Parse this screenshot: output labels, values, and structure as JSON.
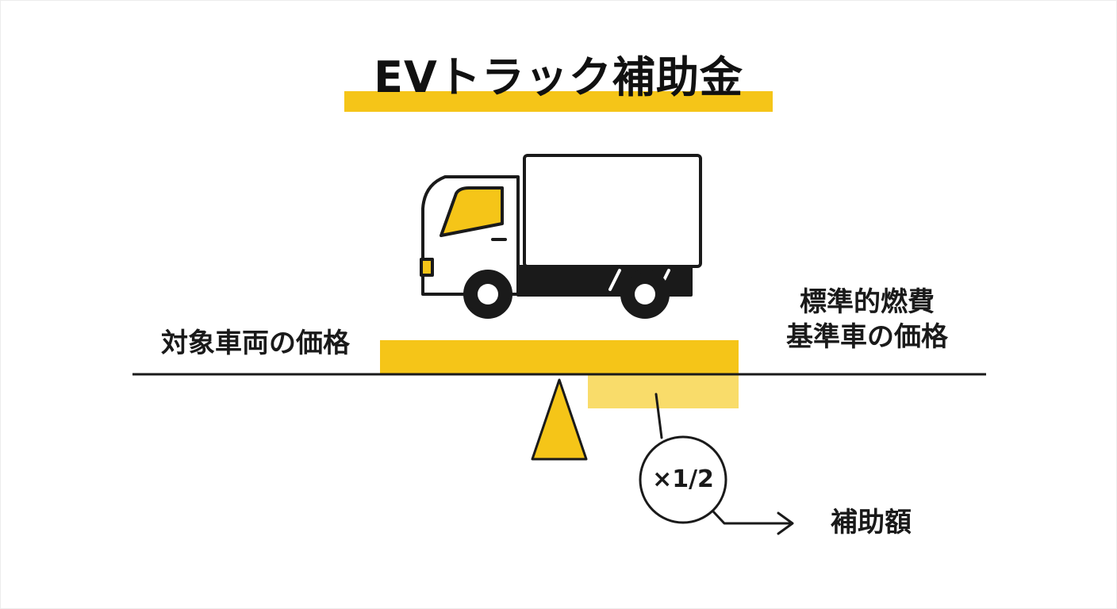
{
  "title": "EVトラック補助金",
  "labels": {
    "target_price": "対象車両の価格",
    "standard_line1": "標準的燃費",
    "standard_line2": "基準車の価格",
    "multiplier": "×1/2",
    "subsidy": "補助額"
  },
  "colors": {
    "accent": "#f5c518",
    "accent_light": "#f9dc6a",
    "ink": "#1a1a1a"
  },
  "icons": [
    "ev-truck-icon",
    "fulcrum-triangle-icon",
    "arrow-right-icon"
  ]
}
